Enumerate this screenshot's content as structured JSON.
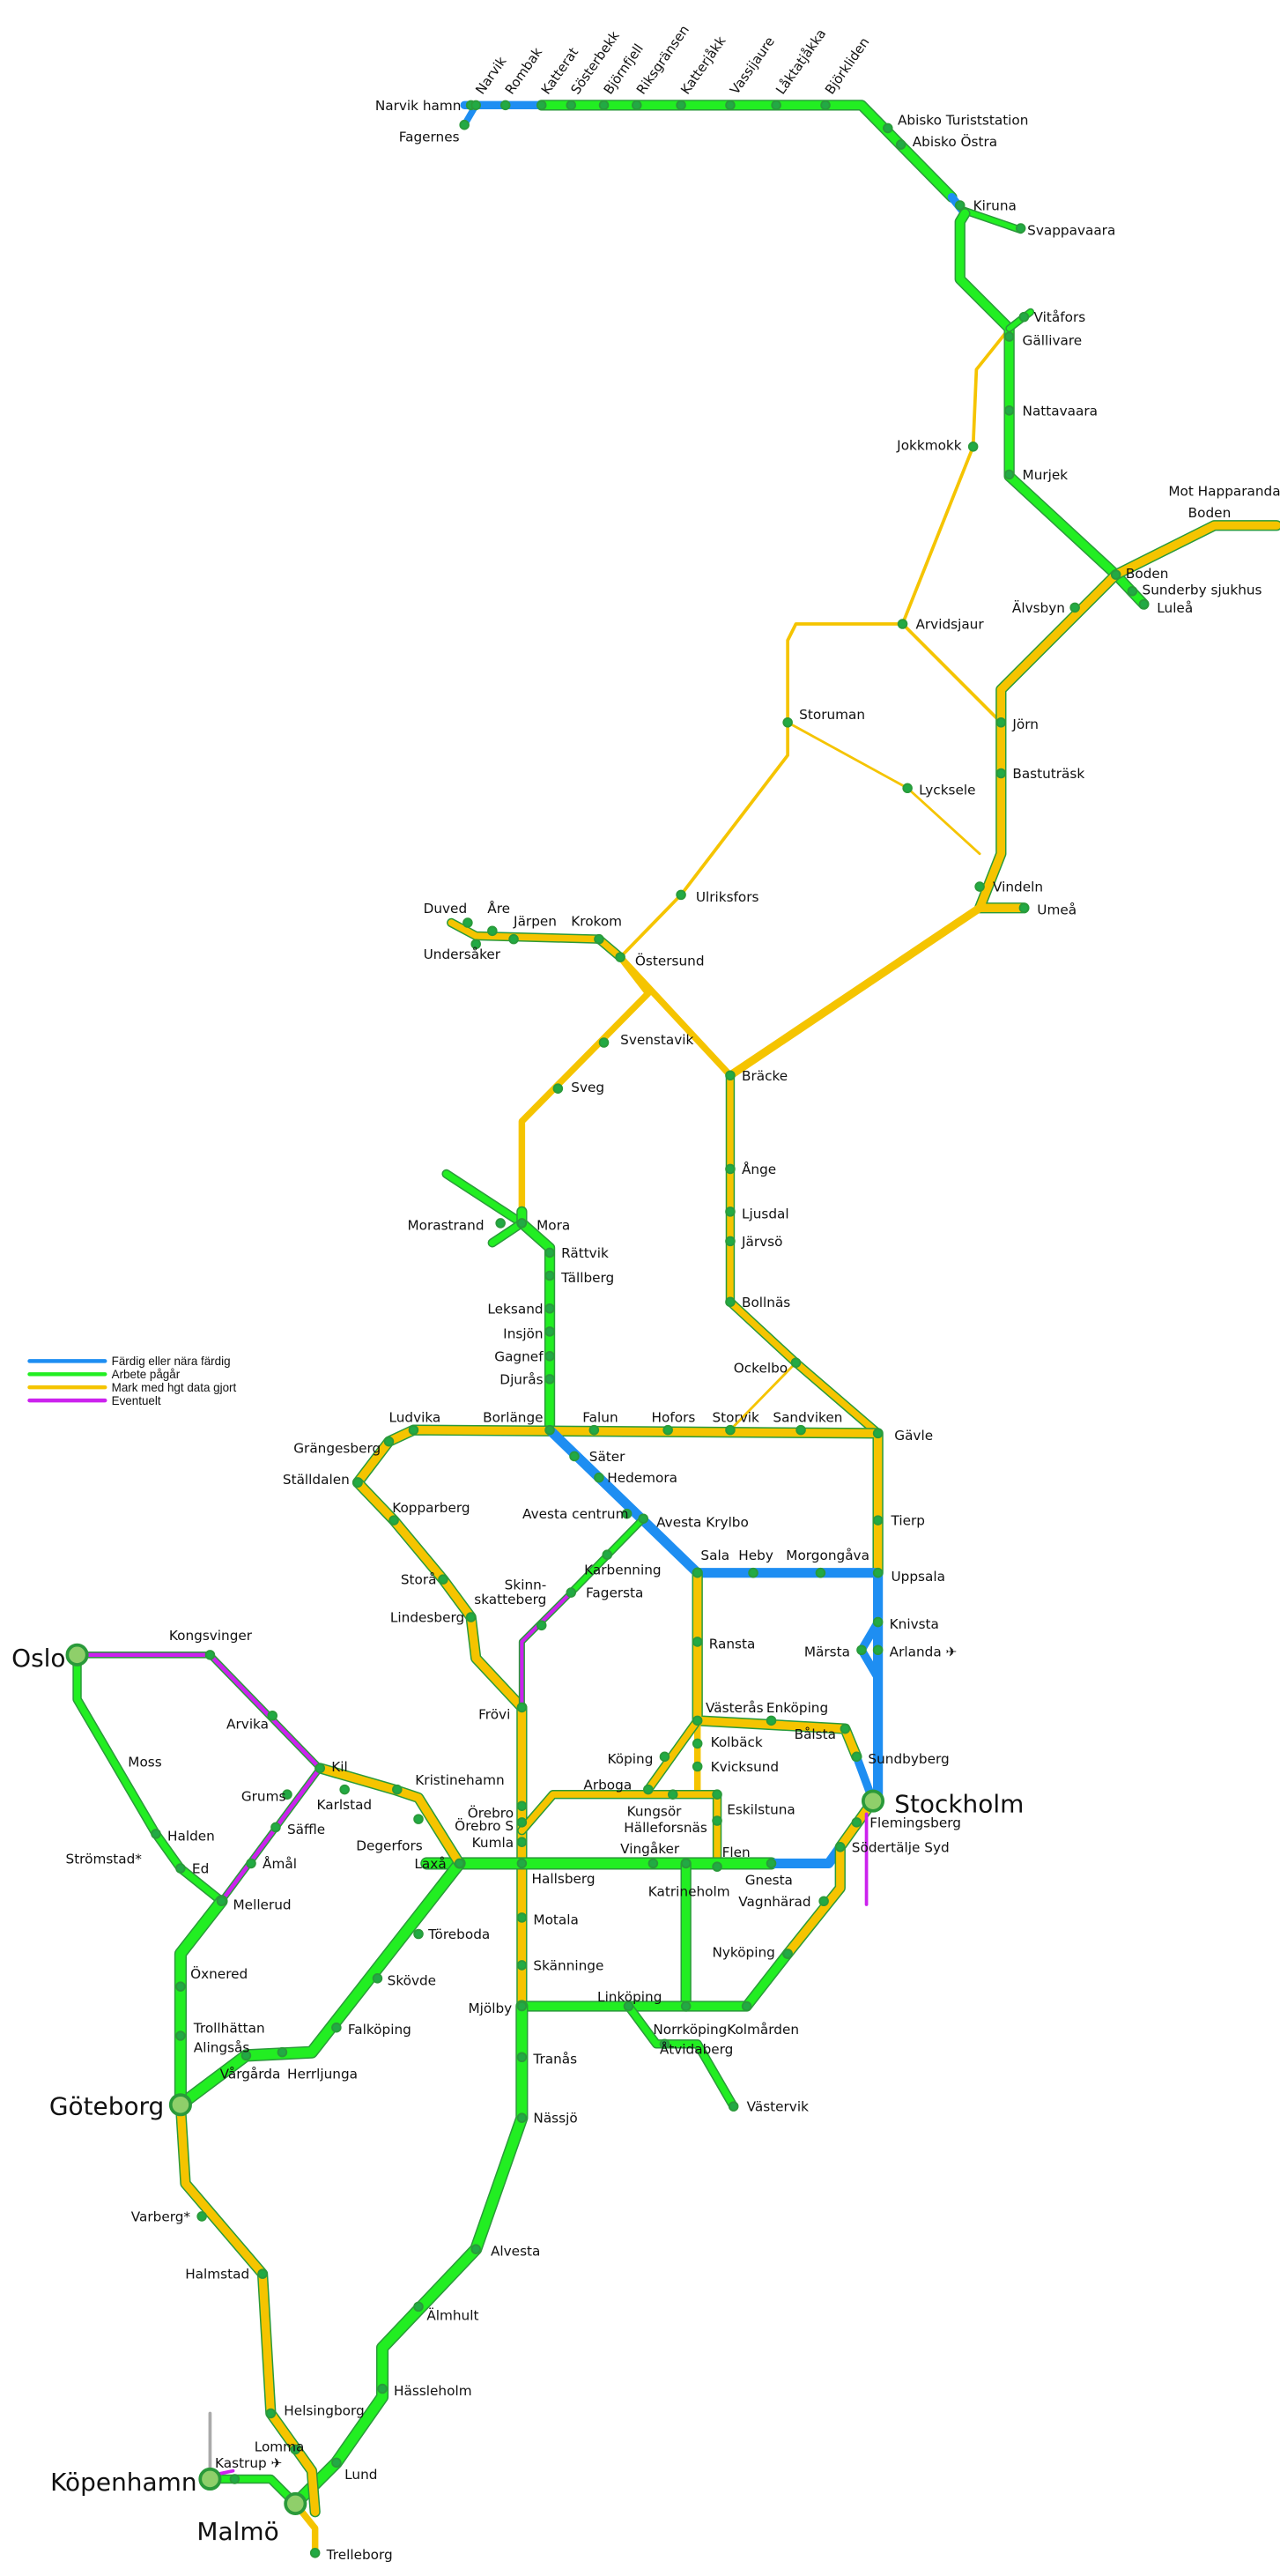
{
  "legend": {
    "items": [
      {
        "label": "Färdig eller nära färdig",
        "color": "#1e8ef2"
      },
      {
        "label": "Arbete pågår",
        "color": "#22ee22"
      },
      {
        "label": "Mark med hgt data gjort",
        "color": "#f5c400"
      },
      {
        "label": "Eventuelt",
        "color": "#cc22ee"
      }
    ]
  },
  "colors": {
    "blue": "#1e8ef2",
    "green": "#22ee22",
    "green_edge": "#2a9a3a",
    "yellow": "#f5c400",
    "magenta": "#cc22ee",
    "gray": "#aaaaaa"
  },
  "note": {
    "lines": [
      "Mot Happaranda/",
      "Boden"
    ]
  },
  "stations": [
    {
      "name": "Narvik hamn"
    },
    {
      "name": "Fagernes"
    },
    {
      "name": "Narvik"
    },
    {
      "name": "Rombak"
    },
    {
      "name": "Katterat"
    },
    {
      "name": "Sösterbekk"
    },
    {
      "name": "Björnfjell"
    },
    {
      "name": "Riksgränsen"
    },
    {
      "name": "Katterjåkk"
    },
    {
      "name": "Vassijaure"
    },
    {
      "name": "Låktatjåkka"
    },
    {
      "name": "Björkliden"
    },
    {
      "name": "Abisko Turiststation"
    },
    {
      "name": "Abisko Östra"
    },
    {
      "name": "Kiruna"
    },
    {
      "name": "Svappavaara"
    },
    {
      "name": "Vitåfors"
    },
    {
      "name": "Gällivare"
    },
    {
      "name": "Nattavaara"
    },
    {
      "name": "Murjek"
    },
    {
      "name": "Jokkmokk"
    },
    {
      "name": "Boden"
    },
    {
      "name": "Sunderby sjukhus"
    },
    {
      "name": "Luleå"
    },
    {
      "name": "Älvsbyn"
    },
    {
      "name": "Arvidsjaur"
    },
    {
      "name": "Jörn"
    },
    {
      "name": "Storuman"
    },
    {
      "name": "Bastuträsk"
    },
    {
      "name": "Lycksele"
    },
    {
      "name": "Vindeln"
    },
    {
      "name": "Umeå"
    },
    {
      "name": "Ulriksfors"
    },
    {
      "name": "Duved"
    },
    {
      "name": "Åre"
    },
    {
      "name": "Järpen"
    },
    {
      "name": "Krokom"
    },
    {
      "name": "Undersåker"
    },
    {
      "name": "Östersund"
    },
    {
      "name": "Svenstavik"
    },
    {
      "name": "Sveg"
    },
    {
      "name": "Bräcke"
    },
    {
      "name": "Mora"
    },
    {
      "name": "Morastrand"
    },
    {
      "name": "Rättvik"
    },
    {
      "name": "Tällberg"
    },
    {
      "name": "Leksand"
    },
    {
      "name": "Insjön"
    },
    {
      "name": "Gagnef"
    },
    {
      "name": "Djurås"
    },
    {
      "name": "Ånge"
    },
    {
      "name": "Ljusdal"
    },
    {
      "name": "Järvsö"
    },
    {
      "name": "Bollnäs"
    },
    {
      "name": "Ockelbo"
    },
    {
      "name": "Borlänge"
    },
    {
      "name": "Falun"
    },
    {
      "name": "Hofors"
    },
    {
      "name": "Storvik"
    },
    {
      "name": "Sandviken"
    },
    {
      "name": "Gävle"
    },
    {
      "name": "Ludvika"
    },
    {
      "name": "Grängesberg"
    },
    {
      "name": "Ställdalen"
    },
    {
      "name": "Kopparberg"
    },
    {
      "name": "Storå"
    },
    {
      "name": "Lindesberg"
    },
    {
      "name": "Frövi"
    },
    {
      "name": "Säter"
    },
    {
      "name": "Hedemora"
    },
    {
      "name": "Avesta centrum"
    },
    {
      "name": "Avesta Krylbo"
    },
    {
      "name": "Karbenning"
    },
    {
      "name": "Fagersta"
    },
    {
      "name": "Skinn-skatteberg",
      "lines": [
        "Skinn-",
        "skatteberg"
      ]
    },
    {
      "name": "Sala"
    },
    {
      "name": "Heby"
    },
    {
      "name": "Morgongåva"
    },
    {
      "name": "Uppsala"
    },
    {
      "name": "Tierp"
    },
    {
      "name": "Knivsta"
    },
    {
      "name": "Märsta"
    },
    {
      "name": "Arlanda ✈"
    },
    {
      "name": "Ransta"
    },
    {
      "name": "Västerås"
    },
    {
      "name": "Enköping"
    },
    {
      "name": "Bålsta"
    },
    {
      "name": "Kolbäck"
    },
    {
      "name": "Kvicksund"
    },
    {
      "name": "Köping"
    },
    {
      "name": "Arboga"
    },
    {
      "name": "Sundbyberg"
    },
    {
      "name": "Stockholm"
    },
    {
      "name": "Flemingsberg"
    },
    {
      "name": "Södertälje Syd"
    },
    {
      "name": "Eskilstuna"
    },
    {
      "name": "Kungsör"
    },
    {
      "name": "Hälleforsnäs"
    },
    {
      "name": "Örebro"
    },
    {
      "name": "Örebro S"
    },
    {
      "name": "Kumla"
    },
    {
      "name": "Hallsberg"
    },
    {
      "name": "Laxå"
    },
    {
      "name": "Vingåker"
    },
    {
      "name": "Katrineholm"
    },
    {
      "name": "Flen"
    },
    {
      "name": "Gnesta"
    },
    {
      "name": "Vagnhärad"
    },
    {
      "name": "Nyköping"
    },
    {
      "name": "Motala"
    },
    {
      "name": "Skänninge"
    },
    {
      "name": "Mjölby"
    },
    {
      "name": "Linköping"
    },
    {
      "name": "Norrköping"
    },
    {
      "name": "Kolmården"
    },
    {
      "name": "Åtvidaberg"
    },
    {
      "name": "Västervik"
    },
    {
      "name": "Tranås"
    },
    {
      "name": "Nässjö"
    },
    {
      "name": "Alvesta"
    },
    {
      "name": "Älmhult"
    },
    {
      "name": "Hässleholm"
    },
    {
      "name": "Lund"
    },
    {
      "name": "Malmö"
    },
    {
      "name": "Trelleborg"
    },
    {
      "name": "Köpenhamn"
    },
    {
      "name": "Kastrup ✈"
    },
    {
      "name": "Lomma"
    },
    {
      "name": "Helsingborg"
    },
    {
      "name": "Halmstad"
    },
    {
      "name": "Varberg*"
    },
    {
      "name": "Göteborg"
    },
    {
      "name": "Vårgårda"
    },
    {
      "name": "Herrljunga"
    },
    {
      "name": "Alingsås"
    },
    {
      "name": "Trollhättan"
    },
    {
      "name": "Falköping"
    },
    {
      "name": "Skövde"
    },
    {
      "name": "Töreboda"
    },
    {
      "name": "Öxnered"
    },
    {
      "name": "Mellerud"
    },
    {
      "name": "Åmål"
    },
    {
      "name": "Säffle"
    },
    {
      "name": "Grums"
    },
    {
      "name": "Kil"
    },
    {
      "name": "Karlstad"
    },
    {
      "name": "Kristinehamn"
    },
    {
      "name": "Degerfors"
    },
    {
      "name": "Arvika"
    },
    {
      "name": "Kongsvinger"
    },
    {
      "name": "Oslo"
    },
    {
      "name": "Moss"
    },
    {
      "name": "Halden"
    },
    {
      "name": "Strömstad*"
    },
    {
      "name": "Ed"
    }
  ]
}
